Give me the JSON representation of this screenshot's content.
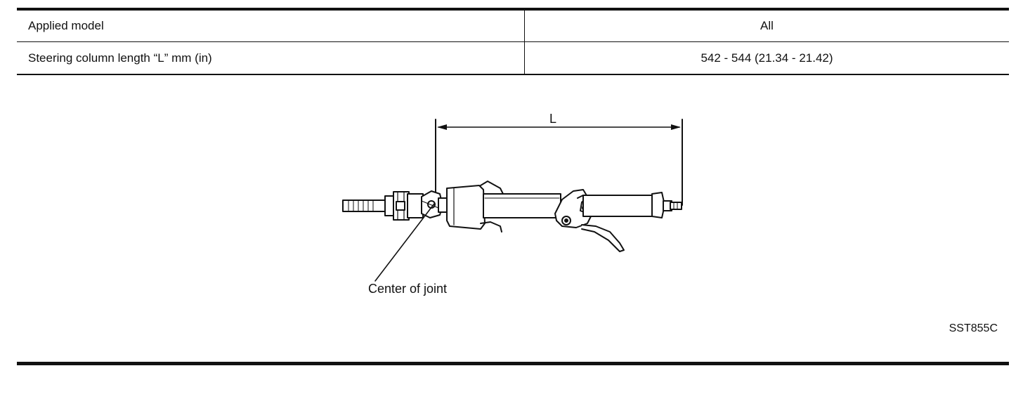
{
  "spec_table": {
    "rows": [
      {
        "label": "Applied model",
        "value": "All"
      },
      {
        "label": "Steering column length “L”   mm (in)",
        "value": "542 - 544 (21.34 - 21.42)"
      }
    ]
  },
  "figure": {
    "dimension_label": "L",
    "callout_label": "Center of joint",
    "figure_code": "SST855C"
  }
}
